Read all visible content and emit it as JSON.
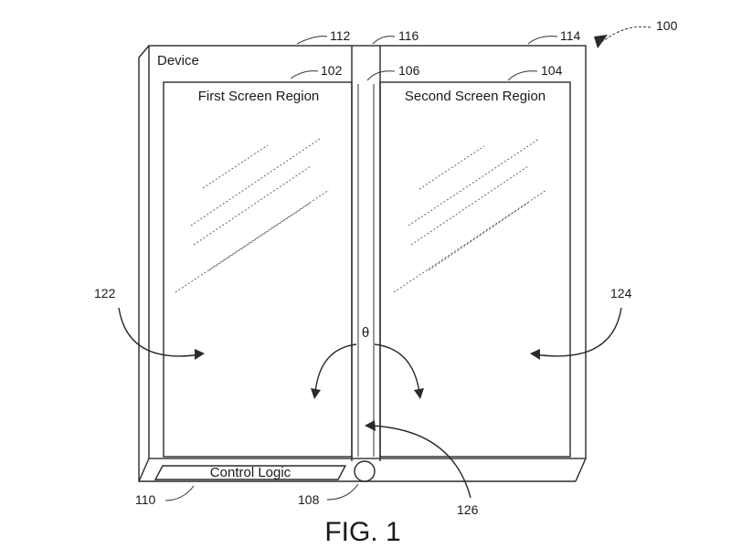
{
  "labels": {
    "device": "Device",
    "first_screen": "First Screen Region",
    "second_screen": "Second Screen Region",
    "control_logic": "Control Logic",
    "angle": "θ",
    "figure_caption": "FIG. 1"
  },
  "refs": {
    "r100": "100",
    "r102": "102",
    "r104": "104",
    "r106": "106",
    "r108": "108",
    "r110": "110",
    "r112": "112",
    "r114": "114",
    "r116": "116",
    "r122": "122",
    "r124": "124",
    "r126": "126"
  },
  "colors": {
    "line": "#2a2a2a",
    "background": "#ffffff"
  }
}
